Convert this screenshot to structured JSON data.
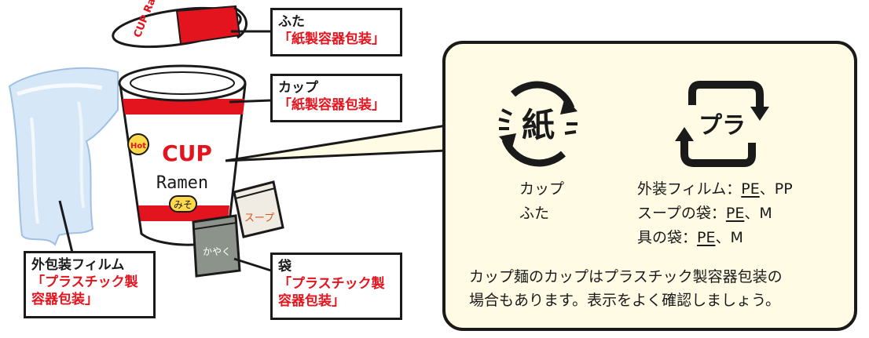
{
  "labels": {
    "lid": {
      "title": "ふた",
      "category": "「紙製容器包装」"
    },
    "cup": {
      "title": "カップ",
      "category": "「紙製容器包装」"
    },
    "film": {
      "title": "外包装フィルム",
      "category_line1": "「プラスチック製",
      "category_line2": "容器包装」"
    },
    "bag": {
      "title": "袋",
      "category_line1": "「プラスチック製",
      "category_line2": "容器包装」"
    }
  },
  "illustration": {
    "lid_text": "CUP Ramen",
    "cup_hot": "Hot",
    "cup_brand_line1": "CUP",
    "cup_brand_line2": "Ramen",
    "cup_flavor": "みそ",
    "packet_soup": "スープ",
    "packet_topping": "かやく"
  },
  "info": {
    "paper_mark_char": "紙",
    "plastic_mark_text": "プラ",
    "paper_items": [
      "カップ",
      "ふた"
    ],
    "plastic_items": [
      {
        "name": "外装フィルム",
        "sep": "：",
        "material1": "PE",
        "rest": "、PP"
      },
      {
        "name": "スープの袋",
        "sep": "：",
        "material1": "PE",
        "rest": "、M"
      },
      {
        "name": "具の袋",
        "sep": "：",
        "material1": "PE",
        "rest": "、M"
      }
    ],
    "note_line1": "カップ麺のカップはプラスチック製容器包装の",
    "note_line2": "場合もあります。表示をよく確認しましょう。"
  },
  "colors": {
    "accent_red": "#e3141d",
    "panel_bg": "#fffbe5",
    "ink": "#1a1a1a"
  }
}
